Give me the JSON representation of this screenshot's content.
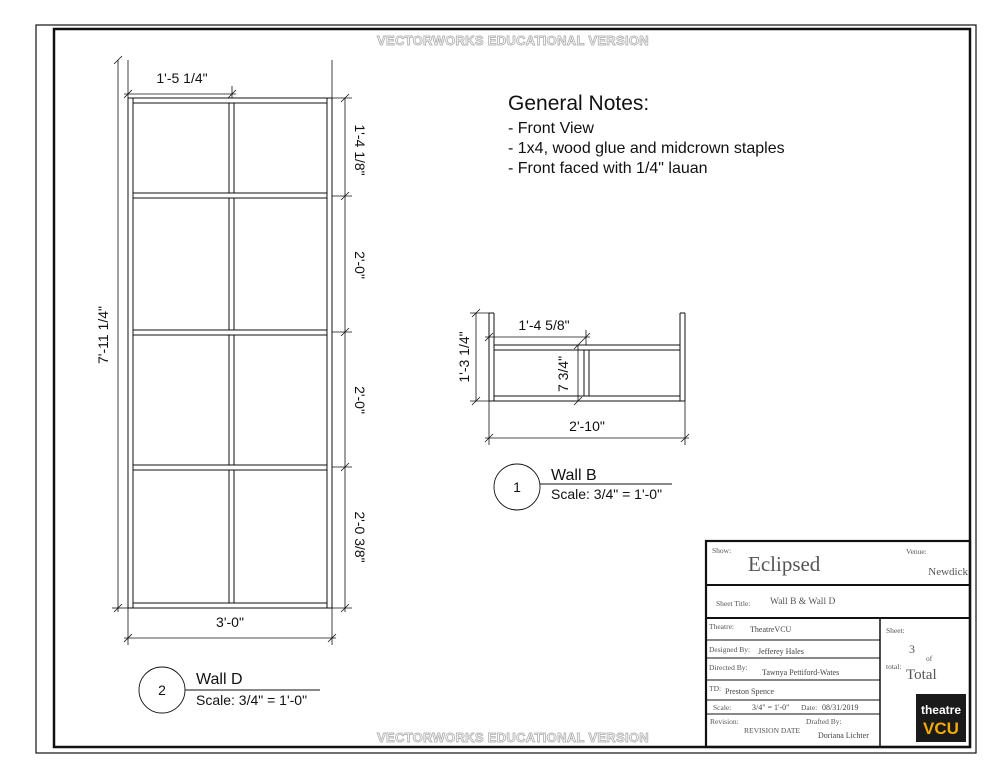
{
  "watermark": {
    "top": "VECTORWORKS EDUCATIONAL VERSION",
    "bottom": "VECTORWORKS EDUCATIONAL VERSION"
  },
  "general_notes": {
    "heading": "General Notes:",
    "lines": [
      "- Front View",
      "- 1x4, wood glue and midcrown staples",
      "- Front faced with 1/4\" lauan"
    ]
  },
  "wall_d": {
    "dimensions": {
      "stile_width": "1'-5 1/4\"",
      "overall_height": "7'-11 1/4\"",
      "overall_width": "3'-0\"",
      "segment_1": "1'-4 1/8\"",
      "segment_2": "2'-0\"",
      "segment_3": "2'-0\"",
      "segment_4": "2'-0 3/8\""
    },
    "label": {
      "number": "2",
      "title": "Wall D",
      "scale": "Scale: 3/4\" = 1'-0\""
    }
  },
  "wall_b": {
    "dimensions": {
      "top_width": "1'-4 5/8\"",
      "height": "1'-3 1/4\"",
      "inner_height": "7 3/4\"",
      "overall_width": "2'-10\""
    },
    "label": {
      "number": "1",
      "title": "Wall B",
      "scale": "Scale: 3/4\" = 1'-0\""
    }
  },
  "title_block": {
    "show_label": "Show:",
    "show": "Eclipsed",
    "venue_label": "Venue:",
    "venue": "Newdick",
    "sheet_title_label": "Sheet Title:",
    "sheet_title": "Wall B & Wall D",
    "theatre_label": "Theatre:",
    "theatre": "TheatreVCU",
    "designed_by_label": "Designed By:",
    "designed_by": "Jefferey Hales",
    "directed_by_label": "Directed By:",
    "directed_by": "Tawnya Pettiford-Wates",
    "td_label": "TD:",
    "td": "Preston Spence",
    "scale_label": "Scale:",
    "scale": "3/4\" = 1'-0\"",
    "date_label": "Date:",
    "date": "08/31/2019",
    "revision_label": "Revision:",
    "revision": "REVISION DATE",
    "drafted_by_label": "Drafted By:",
    "drafted_by": "Doriana Lichter",
    "sheet_label": "Sheet:",
    "sheet_number": "3",
    "of_label": "of",
    "total_label": "total:",
    "total": "Total",
    "logo_top": "theatre",
    "logo_bottom": "VCU"
  },
  "colors": {
    "line": "#111111",
    "watermark_stroke": "#b4b4b4",
    "logo_bg": "#1a1a1a",
    "logo_accent": "#f2a900"
  }
}
